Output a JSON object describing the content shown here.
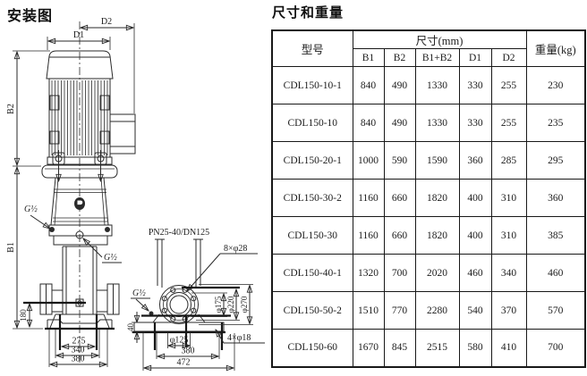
{
  "page": {
    "ink_color": "#1c1c1c",
    "line_color": "#2a2a2a",
    "background": "#ffffff"
  },
  "diagram": {
    "title": "安装图",
    "labels": {
      "d1": "D1",
      "d2": "D2",
      "b1": "B1",
      "b2": "B2",
      "g_half": "G½",
      "dim_180": "180",
      "dim_275": "275",
      "dim_340": "340",
      "dim_380": "380",
      "pn": "PN25-40/DN125",
      "bolt8": "8×φ28",
      "phi175": "φ175",
      "phi220": "φ220",
      "phi270": "φ270",
      "dim_40": "40",
      "phi125": "φ125",
      "dim_380_b": "380",
      "dim_472": "472",
      "bolt4": "4×φ18"
    }
  },
  "table": {
    "title": "尺寸和重量",
    "header": {
      "model": "型号",
      "dims": "尺寸(mm)",
      "weight": "重量(kg)",
      "sub": [
        "B1",
        "B2",
        "B1+B2",
        "D1",
        "D2"
      ]
    },
    "rows": [
      {
        "model": "CDL150-10-1",
        "b1": "840",
        "b2": "490",
        "b1b2": "1330",
        "d1": "330",
        "d2": "255",
        "w": "230"
      },
      {
        "model": "CDL150-10",
        "b1": "840",
        "b2": "490",
        "b1b2": "1330",
        "d1": "330",
        "d2": "255",
        "w": "235"
      },
      {
        "model": "CDL150-20-1",
        "b1": "1000",
        "b2": "590",
        "b1b2": "1590",
        "d1": "360",
        "d2": "285",
        "w": "295"
      },
      {
        "model": "CDL150-30-2",
        "b1": "1160",
        "b2": "660",
        "b1b2": "1820",
        "d1": "400",
        "d2": "310",
        "w": "360"
      },
      {
        "model": "CDL150-30",
        "b1": "1160",
        "b2": "660",
        "b1b2": "1820",
        "d1": "400",
        "d2": "310",
        "w": "385"
      },
      {
        "model": "CDL150-40-1",
        "b1": "1320",
        "b2": "700",
        "b1b2": "2020",
        "d1": "460",
        "d2": "340",
        "w": "460"
      },
      {
        "model": "CDL150-50-2",
        "b1": "1510",
        "b2": "770",
        "b1b2": "2280",
        "d1": "540",
        "d2": "370",
        "w": "570"
      },
      {
        "model": "CDL150-60",
        "b1": "1670",
        "b2": "845",
        "b1b2": "2515",
        "d1": "580",
        "d2": "410",
        "w": "700"
      }
    ]
  }
}
